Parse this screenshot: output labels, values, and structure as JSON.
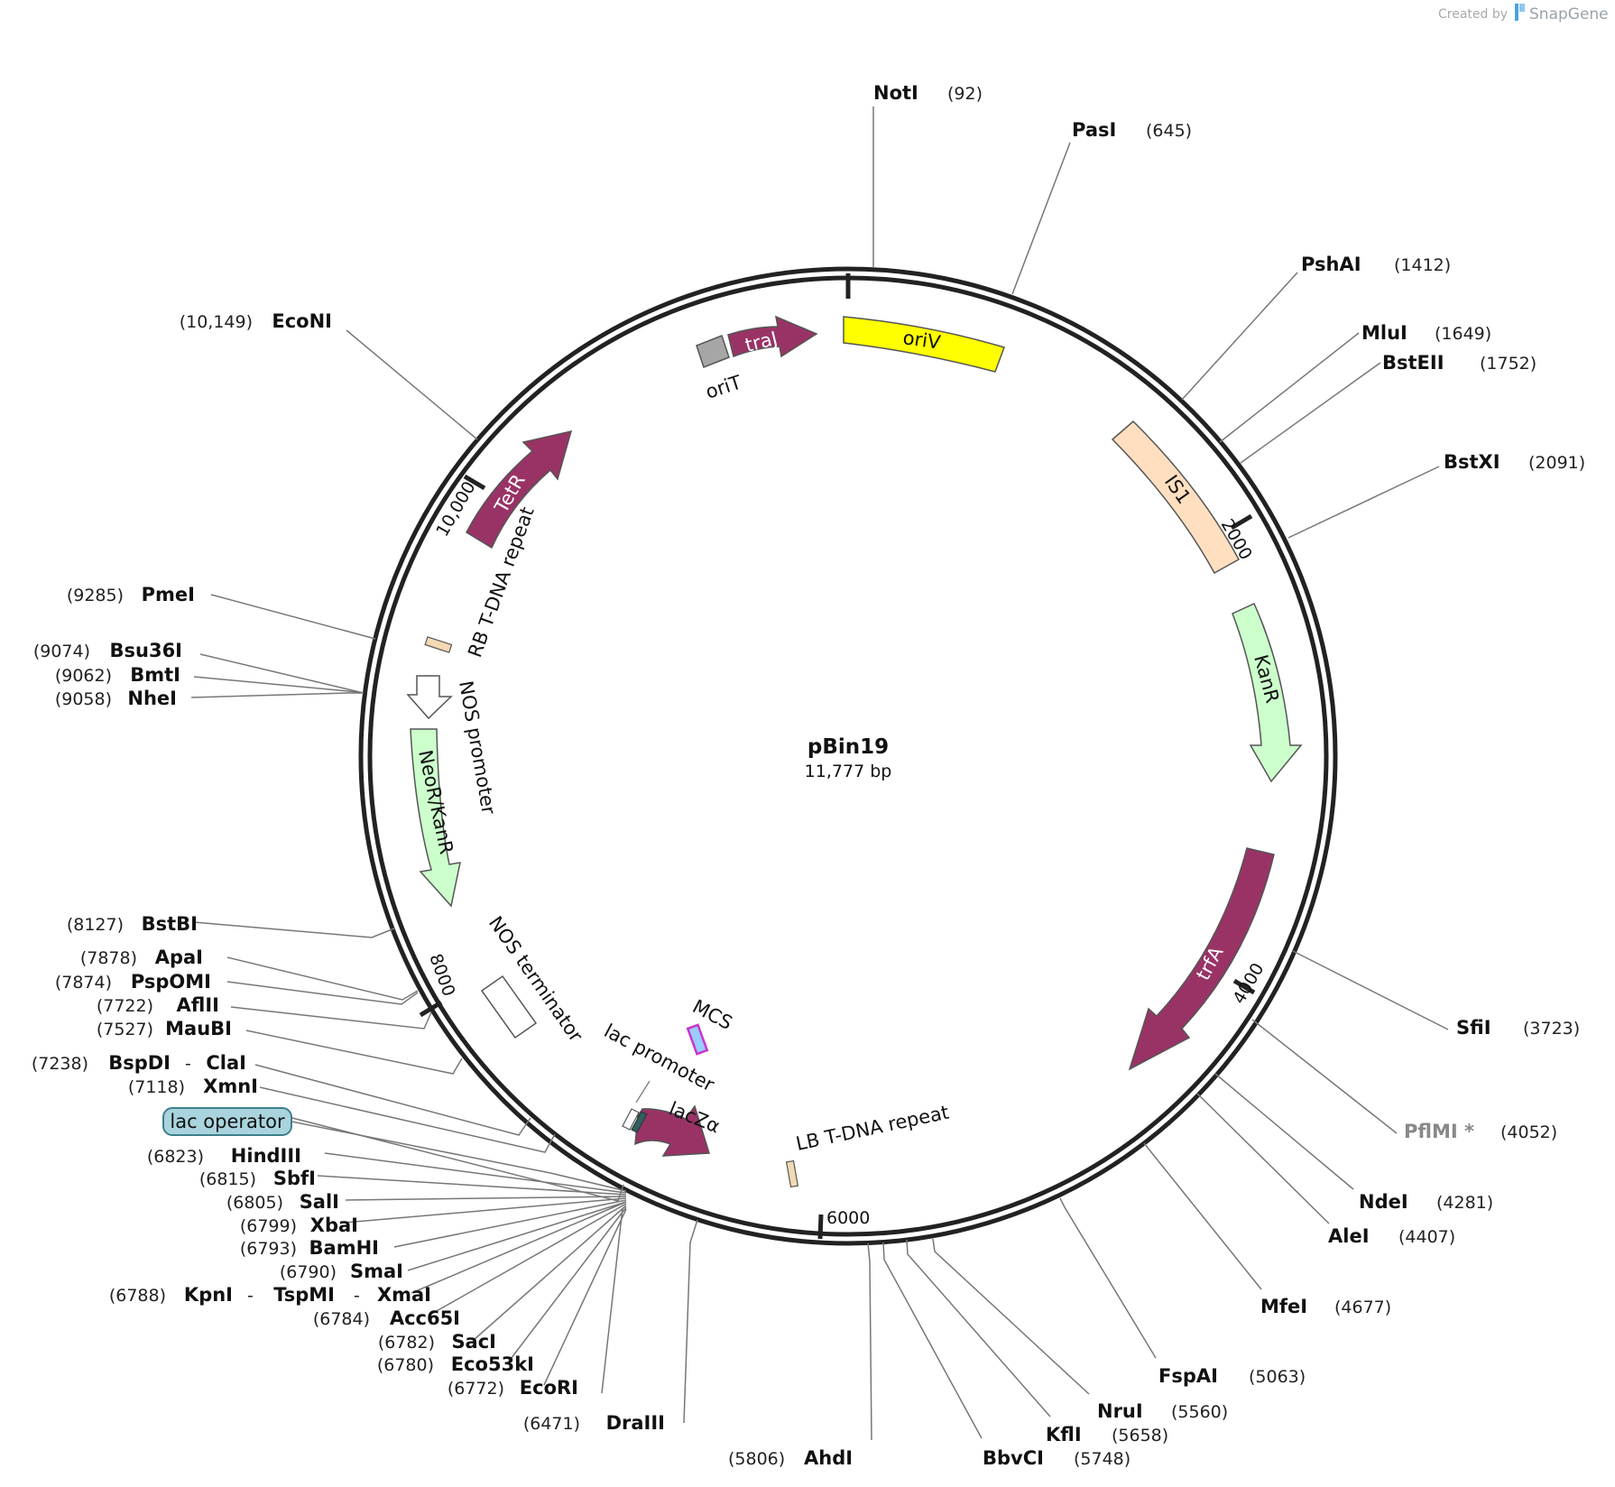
{
  "credit": {
    "created_by": "Created by",
    "brand": "SnapGene"
  },
  "plasmid": {
    "name": "pBin19",
    "length_label": "11,777 bp"
  },
  "ticks": [
    "2000",
    "4000",
    "6000",
    "8000",
    "10,000"
  ],
  "features": [
    {
      "id": "oriV",
      "label": "oriV",
      "color": "#ffff00"
    },
    {
      "id": "IS1",
      "label": "IS1",
      "color": "#ffdfbf"
    },
    {
      "id": "KanR",
      "label": "KanR",
      "color": "#ccffcc"
    },
    {
      "id": "trfA",
      "label": "trfA",
      "color": "#993366"
    },
    {
      "id": "LB",
      "label": "LB T-DNA repeat",
      "color": "#f2d9b3"
    },
    {
      "id": "lacZa",
      "label": "lacZα",
      "color": "#993366"
    },
    {
      "id": "lacpromoter",
      "label": "lac promoter",
      "color": "#ffffff"
    },
    {
      "id": "MCS",
      "label": "MCS",
      "color": "#99ccff"
    },
    {
      "id": "NOSterminator",
      "label": "NOS terminator",
      "color": "#ffffff"
    },
    {
      "id": "NeoR",
      "label": "NeoR/KanR",
      "color": "#ccffcc"
    },
    {
      "id": "NOSpromoter",
      "label": "NOS promoter",
      "color": "#ffffff"
    },
    {
      "id": "RB",
      "label": "RB T-DNA repeat",
      "color": "#f2d9b3"
    },
    {
      "id": "TetR",
      "label": "TetR",
      "color": "#993366"
    },
    {
      "id": "oriT",
      "label": "oriT",
      "color": "#a6a6a6"
    },
    {
      "id": "traJ",
      "label": "traJ",
      "color": "#993366"
    }
  ],
  "lac_operator": {
    "label": "lac operator",
    "color": "#a9d4de"
  },
  "sites_right": [
    {
      "name": "NotI",
      "pos": "(92)"
    },
    {
      "name": "PasI",
      "pos": "(645)"
    },
    {
      "name": "PshAI",
      "pos": "(1412)"
    },
    {
      "name": "MluI",
      "pos": "(1649)"
    },
    {
      "name": "BstEII",
      "pos": "(1752)"
    },
    {
      "name": "BstXI",
      "pos": "(2091)"
    },
    {
      "name": "SfiI",
      "pos": "(3723)"
    },
    {
      "name": "PflMI *",
      "pos": "(4052)"
    },
    {
      "name": "NdeI",
      "pos": "(4281)"
    },
    {
      "name": "AleI",
      "pos": "(4407)"
    },
    {
      "name": "MfeI",
      "pos": "(4677)"
    },
    {
      "name": "FspAI",
      "pos": "(5063)"
    },
    {
      "name": "NruI",
      "pos": "(5560)"
    },
    {
      "name": "KflI",
      "pos": "(5658)"
    },
    {
      "name": "BbvCI",
      "pos": "(5748)"
    },
    {
      "name": "AhdI",
      "pos": "(5806)"
    }
  ],
  "sites_left": [
    {
      "name": "EcoNI",
      "pos": "(10,149)"
    },
    {
      "name": "PmeI",
      "pos": "(9285)"
    },
    {
      "name": "Bsu36I",
      "pos": "(9074)"
    },
    {
      "name": "BmtI",
      "pos": "(9062)"
    },
    {
      "name": "NheI",
      "pos": "(9058)"
    },
    {
      "name": "BstBI",
      "pos": "(8127)"
    },
    {
      "name": "ApaI",
      "pos": "(7878)"
    },
    {
      "name": "PspOMI",
      "pos": "(7874)"
    },
    {
      "name": "AflII",
      "pos": "(7722)"
    },
    {
      "name": "MauBI",
      "pos": "(7527)"
    },
    {
      "name": "BspDI",
      "pos": "(7238)",
      "alt": "ClaI"
    },
    {
      "name": "XmnI",
      "pos": "(7118)"
    },
    {
      "name": "HindIII",
      "pos": "(6823)"
    },
    {
      "name": "SbfI",
      "pos": "(6815)"
    },
    {
      "name": "SalI",
      "pos": "(6805)"
    },
    {
      "name": "XbaI",
      "pos": "(6799)"
    },
    {
      "name": "BamHI",
      "pos": "(6793)"
    },
    {
      "name": "SmaI",
      "pos": "(6790)"
    },
    {
      "name": "KpnI",
      "pos": "(6788)",
      "alt": "TspMI",
      "alt2": "XmaI"
    },
    {
      "name": "Acc65I",
      "pos": "(6784)"
    },
    {
      "name": "SacI",
      "pos": "(6782)"
    },
    {
      "name": "Eco53kI",
      "pos": "(6780)"
    },
    {
      "name": "EcoRI",
      "pos": "(6772)"
    },
    {
      "name": "DraIII",
      "pos": "(6471)"
    }
  ]
}
